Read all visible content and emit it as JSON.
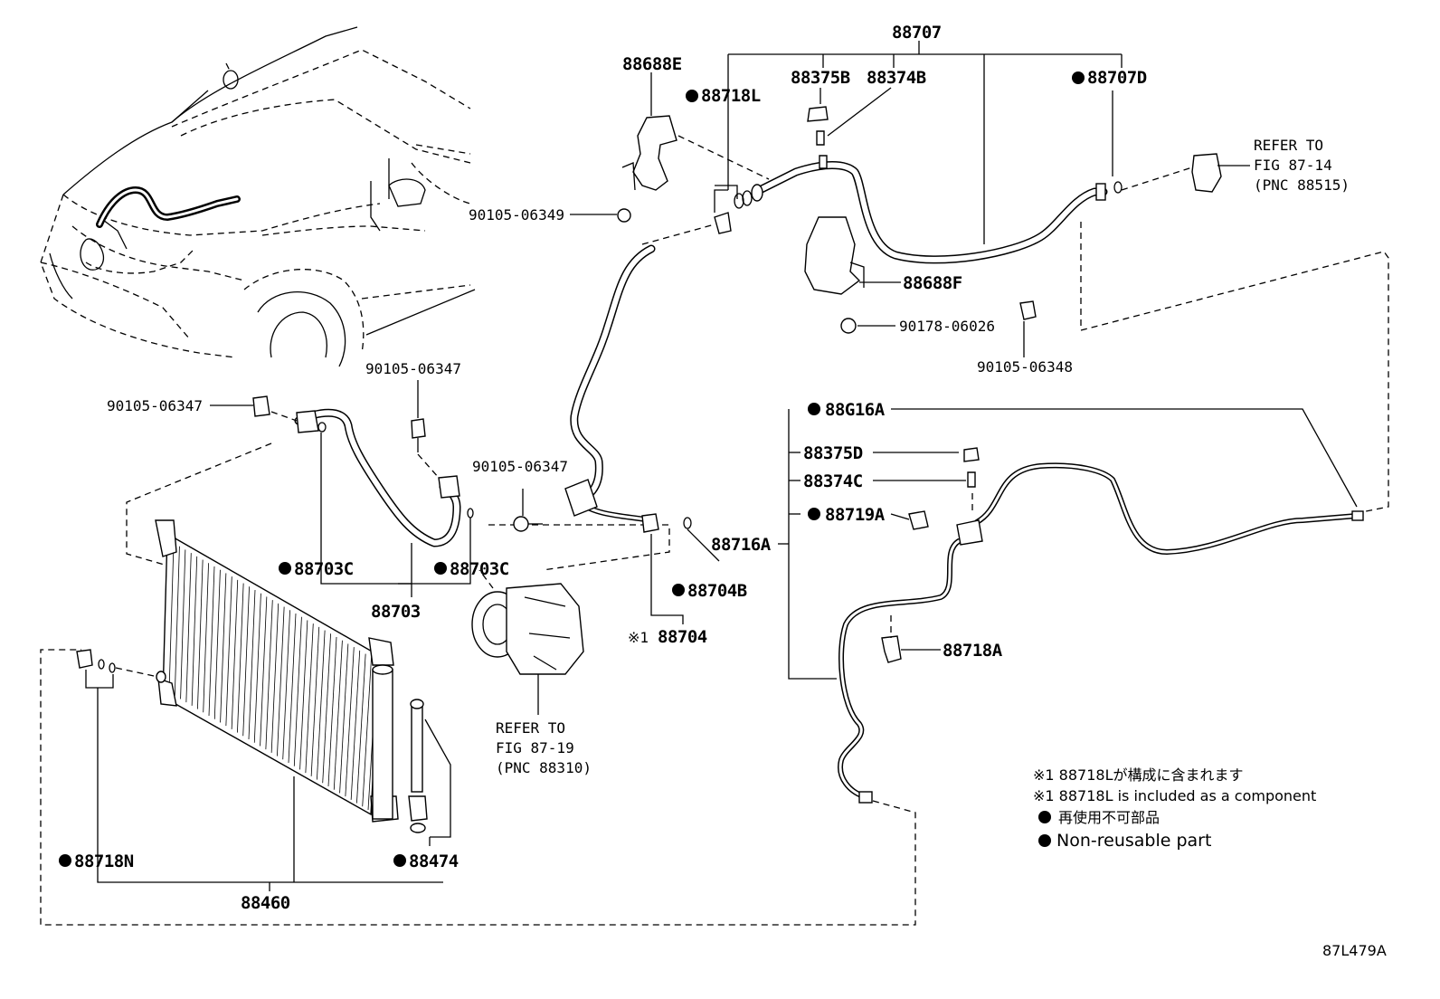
{
  "diagram": {
    "part_labels": {
      "p88707": "88707",
      "p88688E": "88688E",
      "p88718L": "88718L",
      "p88375B": "88375B",
      "p88374B": "88374B",
      "p88707D": "88707D",
      "p90105_06349": "90105-06349",
      "p88688F": "88688F",
      "p90178_06026": "90178-06026",
      "p90105_06348": "90105-06348",
      "p90105_06347_a": "90105-06347",
      "p90105_06347_b": "90105-06347",
      "p90105_06347_c": "90105-06347",
      "p88G16A": "88G16A",
      "p88375D": "88375D",
      "p88374C": "88374C",
      "p88719A": "88719A",
      "p88716A": "88716A",
      "p88718A": "88718A",
      "p88703C_a": "88703C",
      "p88703C_b": "88703C",
      "p88703": "88703",
      "p88704B": "88704B",
      "p88704": "88704",
      "p88704_mark": "※1",
      "p88718N": "88718N",
      "p88474": "88474",
      "p88460": "88460"
    },
    "refer_1": {
      "line1": "REFER TO",
      "line2": "FIG 87-14",
      "line3": "(PNC 88515)"
    },
    "refer_2": {
      "line1": "REFER TO",
      "line2": "FIG 87-19",
      "line3": "(PNC 88310)"
    },
    "notes": {
      "note1_ja": "※1 88718Lが構成に含まれます",
      "note1_en": "※1 88718L is included as a component",
      "note2_ja": "再使用不可部品",
      "note2_en": "Non-reusable part"
    },
    "figure_id": "87L479A"
  }
}
